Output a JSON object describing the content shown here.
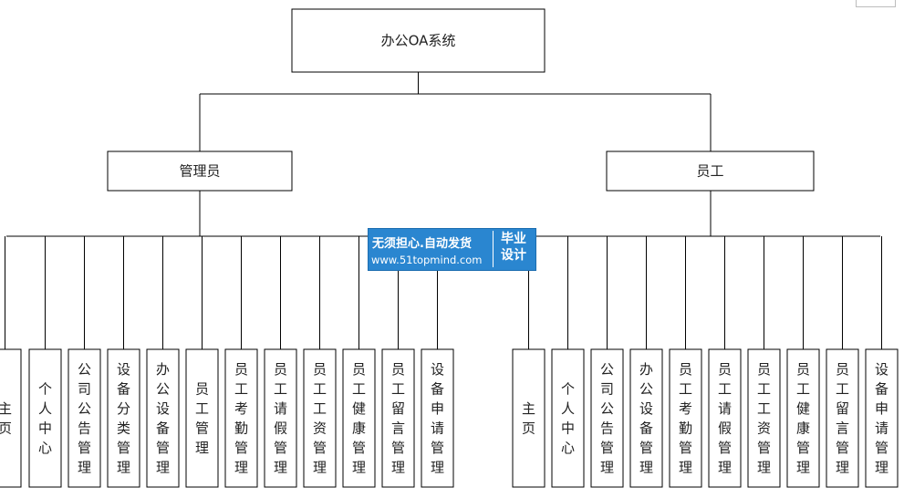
{
  "diagram": {
    "root": {
      "label": "办公OA系统"
    },
    "groups": [
      {
        "label": "管理员",
        "children": [
          "主页",
          "个人中心",
          "公司公告管理",
          "设备分类管理",
          "办公设备管理",
          "员工管理",
          "员工考勤管理",
          "员工请假管理",
          "员工工资管理",
          "员工健康管理",
          "员工留言管理",
          "设备申请管理"
        ]
      },
      {
        "label": "员工",
        "children": [
          "主页",
          "个人中心",
          "公司公告管理",
          "办公设备管理",
          "员工考勤管理",
          "员工请假管理",
          "员工工资管理",
          "员工健康管理",
          "员工留言管理",
          "设备申请管理"
        ]
      }
    ]
  },
  "watermark": {
    "line1": "无须担心.自动发货",
    "line2": "www.51topmind.com",
    "badge_line1": "毕业",
    "badge_line2": "设计",
    "color": "#2a86d0"
  }
}
